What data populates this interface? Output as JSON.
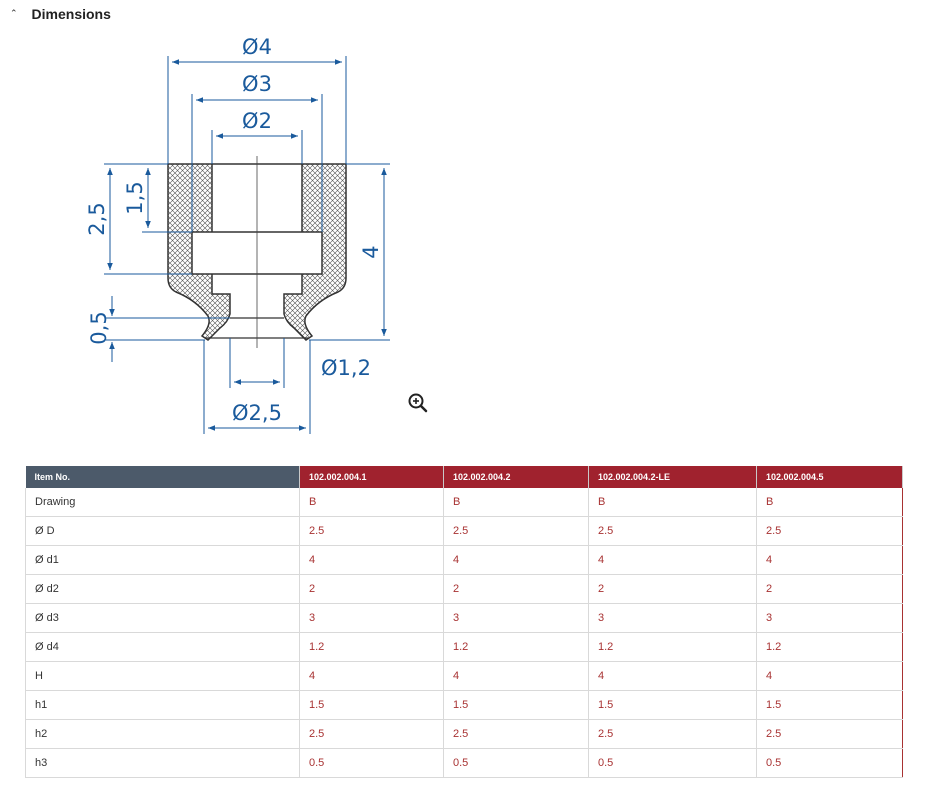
{
  "section": {
    "title": "Dimensions"
  },
  "drawing": {
    "labels": {
      "d4": "Ø4",
      "d3": "Ø3",
      "d2": "Ø2",
      "d1": "Ø1,2",
      "D": "Ø2,5",
      "h2": "2,5",
      "h1": "1,5",
      "h3": "0,5",
      "H": "4"
    }
  },
  "table": {
    "header_label": "Item No.",
    "items": [
      "102.002.004.1",
      "102.002.004.2",
      "102.002.004.2-LE",
      "102.002.004.5"
    ],
    "rows": [
      {
        "label": "Drawing",
        "values": [
          "B",
          "B",
          "B",
          "B"
        ]
      },
      {
        "label": "Ø D",
        "values": [
          "2.5",
          "2.5",
          "2.5",
          "2.5"
        ]
      },
      {
        "label": "Ø d1",
        "values": [
          "4",
          "4",
          "4",
          "4"
        ]
      },
      {
        "label": "Ø d2",
        "values": [
          "2",
          "2",
          "2",
          "2"
        ]
      },
      {
        "label": "Ø d3",
        "values": [
          "3",
          "3",
          "3",
          "3"
        ]
      },
      {
        "label": "Ø d4",
        "values": [
          "1.2",
          "1.2",
          "1.2",
          "1.2"
        ]
      },
      {
        "label": "H",
        "values": [
          "4",
          "4",
          "4",
          "4"
        ]
      },
      {
        "label": "h1",
        "values": [
          "1.5",
          "1.5",
          "1.5",
          "1.5"
        ]
      },
      {
        "label": "h2",
        "values": [
          "2.5",
          "2.5",
          "2.5",
          "2.5"
        ]
      },
      {
        "label": "h3",
        "values": [
          "0.5",
          "0.5",
          "0.5",
          "0.5"
        ]
      }
    ]
  },
  "colors": {
    "header_dark": "#4c5a6a",
    "header_red": "#a0222e",
    "value_text": "#a83232",
    "dimension_blue": "#1a5a9c"
  }
}
